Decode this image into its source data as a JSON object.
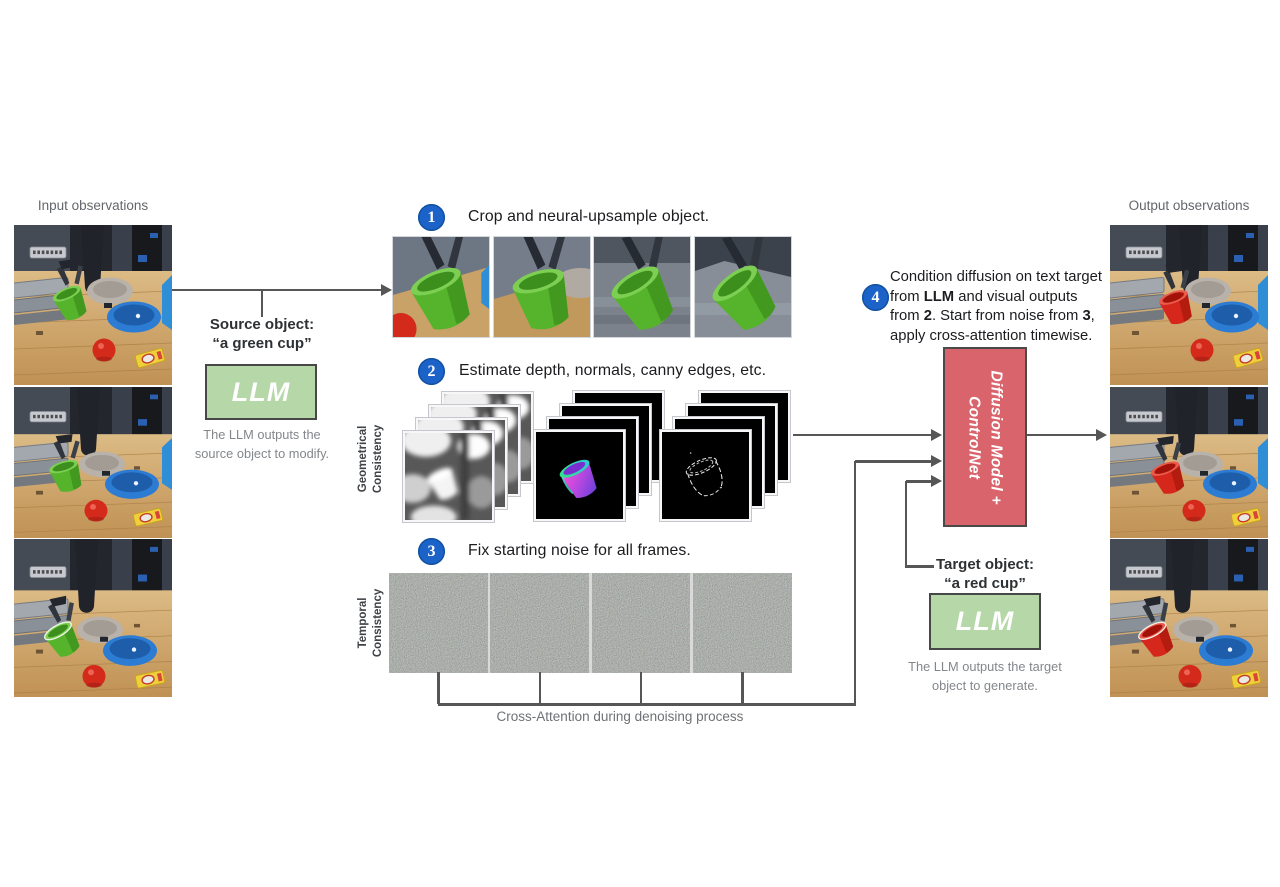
{
  "input_panel": {
    "title": "Input observations"
  },
  "output_panel": {
    "title": "Output observations"
  },
  "source": {
    "label_line1": "Source object:",
    "label_line2": "“a green cup”",
    "llm": "LLM",
    "caption_line1": "The LLM outputs the",
    "caption_line2": "source object to modify."
  },
  "target": {
    "label_line1": "Target object:",
    "label_line2": "“a red cup”",
    "llm": "LLM",
    "caption_line1": "The LLM outputs the target",
    "caption_line2": "object to generate."
  },
  "steps": {
    "s1": {
      "num": "1",
      "title": "Crop and neural-upsample object."
    },
    "s2": {
      "num": "2",
      "title": "Estimate depth, normals, canny edges, etc."
    },
    "s3": {
      "num": "3",
      "title": "Fix starting noise for all frames."
    },
    "s4": {
      "num": "4",
      "lines": [
        [
          {
            "t": "Condition diffusion on text target"
          }
        ],
        [
          {
            "t": "from "
          },
          {
            "t": "LLM",
            "b": true
          },
          {
            "t": " and visual outputs"
          }
        ],
        [
          {
            "t": "from "
          },
          {
            "t": "2",
            "b": true
          },
          {
            "t": ". Start from noise from "
          },
          {
            "t": "3",
            "b": true
          },
          {
            "t": ","
          }
        ],
        [
          {
            "t": "apply cross-attention timewise."
          }
        ]
      ]
    }
  },
  "consistency_labels": {
    "geometrical_line1": "Geometrical",
    "geometrical_line2": "Consistency",
    "temporal_line1": "Temporal",
    "temporal_line2": "Consistency"
  },
  "diffusion_box": {
    "line1": "Diffusion Model +",
    "line2": "ControlNet"
  },
  "cross_attention_label": "Cross-Attention during denoising process",
  "colors": {
    "step_badge_blue": "#1b63c9",
    "llm_box_green": "#b6d7a8",
    "diffusion_box_red": "#d9646c",
    "arrow_gray": "#565656",
    "green_cup": "#56b42c",
    "red_cup": "#d5271b"
  }
}
